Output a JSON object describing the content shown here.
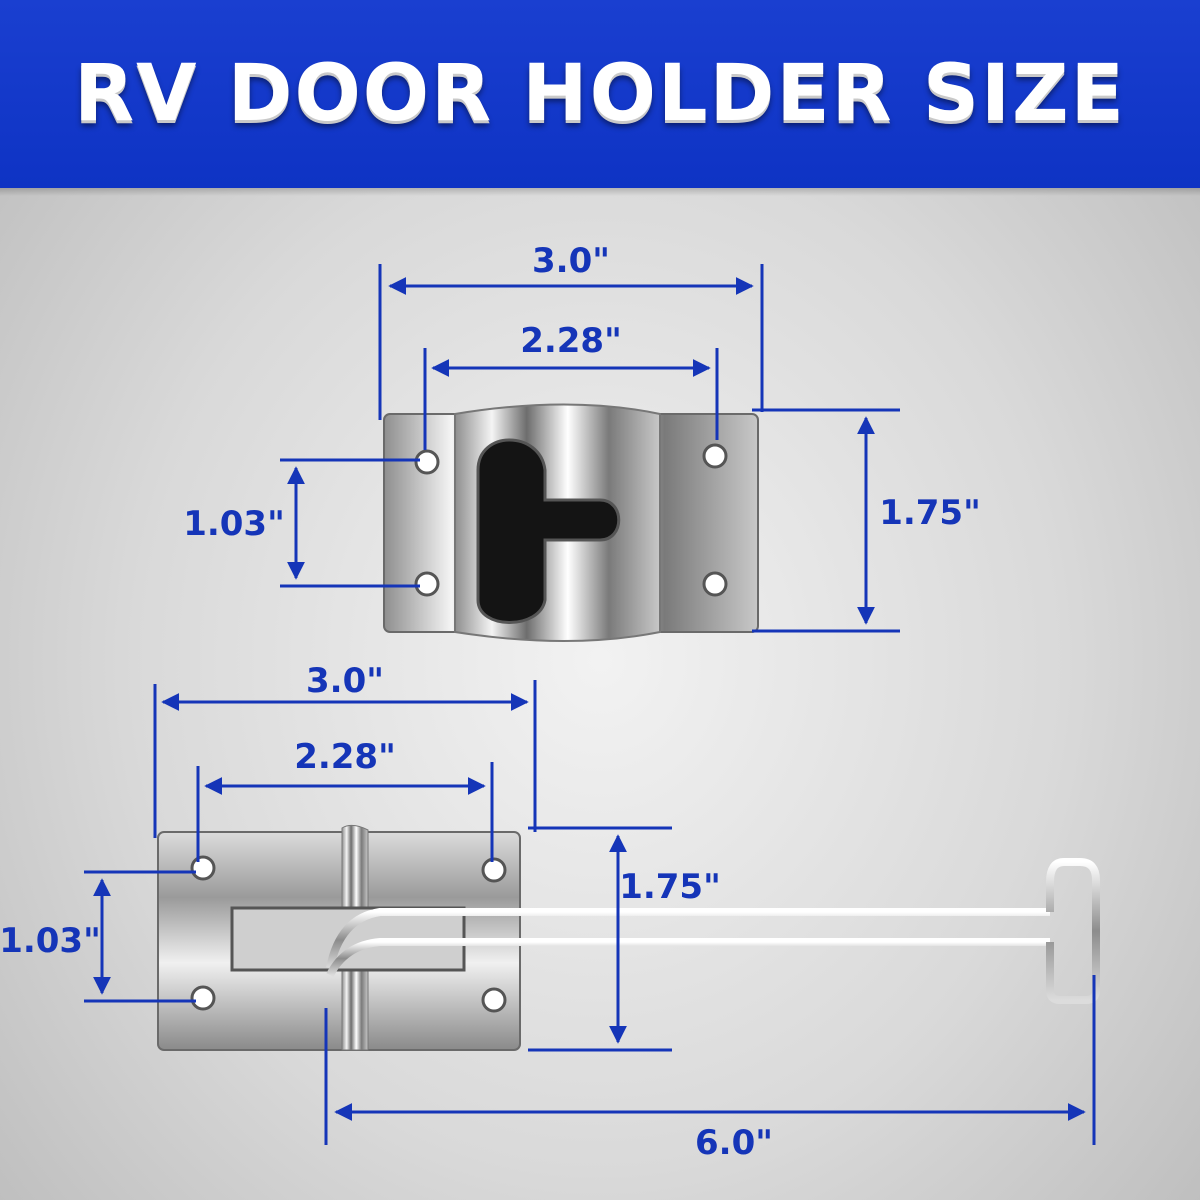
{
  "header": {
    "title": "RV DOOR HOLDER SIZE",
    "background_color": "#0e33c4",
    "text_color": "#ffffff"
  },
  "dimension_color": "#1535b8",
  "top_part": {
    "overall_width": "3.0\"",
    "hole_spacing_width": "2.28\"",
    "hole_spacing_height": "1.03\"",
    "overall_height": "1.75\""
  },
  "bottom_part": {
    "overall_width": "3.0\"",
    "hole_spacing_width": "2.28\"",
    "hole_spacing_height": "1.03\"",
    "overall_height": "1.75\"",
    "arm_length": "6.0\""
  }
}
